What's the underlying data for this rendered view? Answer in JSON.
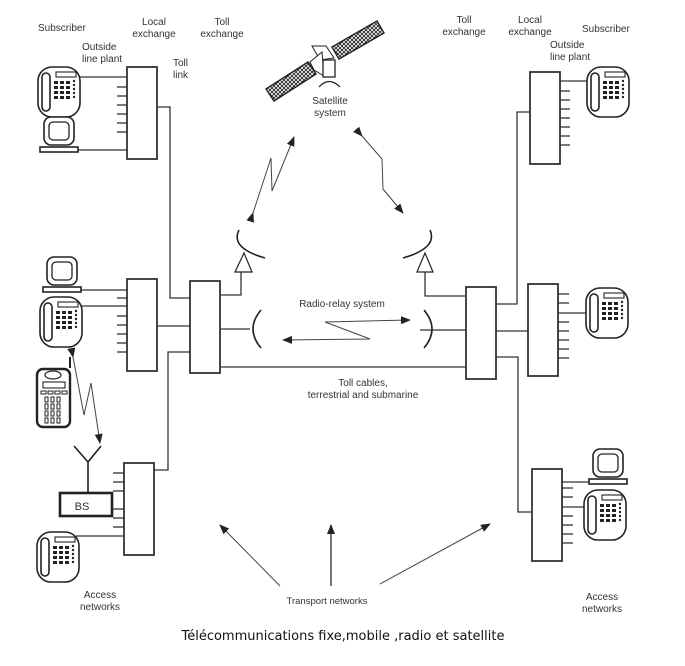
{
  "diagram": {
    "caption": "Télécommunications fixe,mobile ,radio et satellite",
    "labels": {
      "left_subscriber": "Subscriber",
      "left_local_exchange": [
        "Local",
        "exchange"
      ],
      "left_toll_exchange": [
        "Toll",
        "exchange"
      ],
      "left_outside_line_plant": [
        "Outside",
        "line plant"
      ],
      "toll_link": [
        "Toll",
        "link"
      ],
      "right_toll_exchange": [
        "Toll",
        "exchange"
      ],
      "right_local_exchange": [
        "Local",
        "exchange"
      ],
      "right_subscriber": "Subscriber",
      "right_outside_line_plant": [
        "Outside",
        "line plant"
      ],
      "satellite_system": [
        "Satellite",
        "system"
      ],
      "radio_relay_system": "Radio-relay system",
      "toll_cables": [
        "Toll cables,",
        "terrestrial and submarine"
      ],
      "base_station": "BS",
      "left_access_networks": [
        "Access",
        "networks"
      ],
      "right_access_networks": [
        "Access",
        "networks"
      ],
      "transport_networks": "Transport networks"
    },
    "icons": [
      "telephone-icon",
      "computer-terminal-icon",
      "mobile-phone-icon",
      "satellite-icon",
      "dish-antenna-icon",
      "base-station-antenna-icon",
      "radio-link-arrow-icon"
    ]
  }
}
